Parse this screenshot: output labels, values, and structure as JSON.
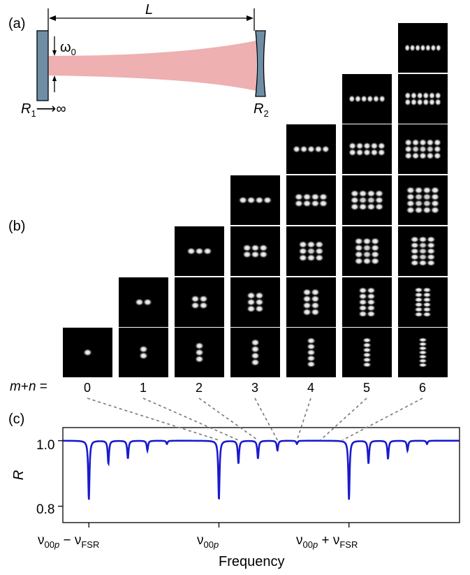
{
  "panel_a": {
    "label": "(a)",
    "length": "L",
    "waist": "ω0",
    "waist_base": "ω",
    "waist_sub": "0",
    "r1_base": "R",
    "r1_sub": "1",
    "r1_tail": "⟶∞",
    "r2_base": "R",
    "r2_sub": "2",
    "colors": {
      "mirror": "#6f8ea6",
      "beam": "#eeb0b0"
    }
  },
  "panel_b": {
    "label": "(b)",
    "mn_label": "m+n =",
    "orders": [
      "0",
      "1",
      "2",
      "3",
      "4",
      "5",
      "6"
    ],
    "description": "Hermite-Gaussian mode intensity patterns; column = order m+n, row = n"
  },
  "panel_c": {
    "label": "(c)",
    "ylabel": "R",
    "xlabel": "Frequency",
    "xtick_left": "ν00p − νFSR",
    "xtick_mid": "ν00p",
    "xtick_right": "ν00p + νFSR",
    "ytick_top": "1.0",
    "ytick_bottom": "0.8"
  },
  "chart_data": {
    "type": "line",
    "title": "",
    "xlabel": "Frequency",
    "ylabel": "R",
    "ylim": [
      0.75,
      1.04
    ],
    "xlim": [
      -1.2,
      1.85
    ],
    "xticks": [
      -1,
      0,
      1
    ],
    "xtick_labels": [
      "ν00p − νFSR",
      "ν00p",
      "ν00p + νFSR"
    ],
    "yticks": [
      0.8,
      1.0
    ],
    "series": [
      {
        "color": "#1a1acc",
        "dips": [
          {
            "x": -1.0,
            "depth": 0.18
          },
          {
            "x": -0.85,
            "depth": 0.07
          },
          {
            "x": -0.7,
            "depth": 0.055
          },
          {
            "x": -0.55,
            "depth": 0.03
          },
          {
            "x": -0.4,
            "depth": 0.01
          },
          {
            "x": 0.0,
            "depth": 0.18
          },
          {
            "x": 0.15,
            "depth": 0.07
          },
          {
            "x": 0.3,
            "depth": 0.055
          },
          {
            "x": 0.45,
            "depth": 0.03
          },
          {
            "x": 0.6,
            "depth": 0.01
          },
          {
            "x": 1.0,
            "depth": 0.18
          },
          {
            "x": 1.15,
            "depth": 0.07
          },
          {
            "x": 1.3,
            "depth": 0.055
          },
          {
            "x": 1.45,
            "depth": 0.03
          },
          {
            "x": 1.6,
            "depth": 0.01
          }
        ],
        "baseline": 1.0
      }
    ],
    "grid": false
  }
}
